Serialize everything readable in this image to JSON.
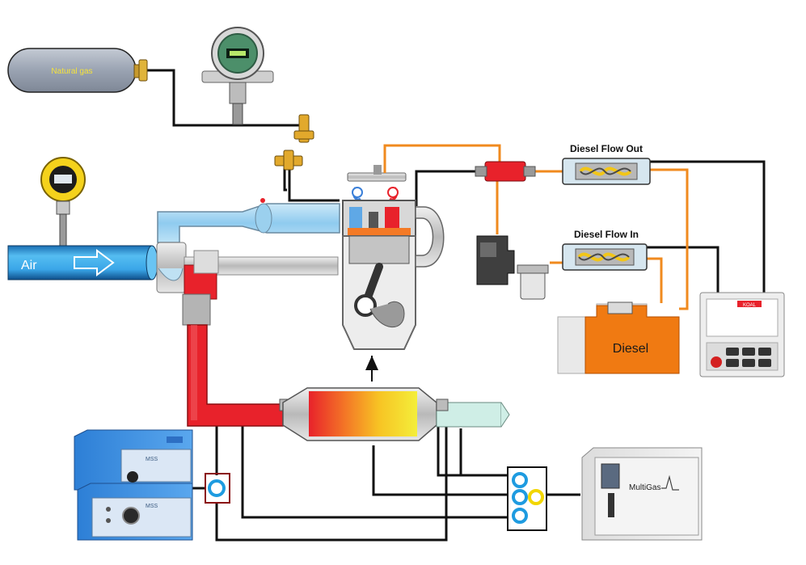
{
  "labels": {
    "natural_gas": "Natural gas",
    "air": "Air",
    "diesel_flow_out": "Diesel Flow Out",
    "diesel_flow_in": "Diesel Flow In",
    "diesel": "Diesel",
    "multigas": "MultiGas",
    "controller_brand": "KOAL",
    "analyzer_brand": "MSS"
  },
  "colors": {
    "gas_tank": "#9aa3b2",
    "air_pipe": "#3aa6e8",
    "intake_blue": "#9fd3ef",
    "exhaust_red": "#e8222b",
    "diesel_line": "#f08a1e",
    "signal_line": "#111111",
    "sampling_ring": "#1e9be0",
    "sampling_ring_alt": "#f2d600",
    "diesel_tank": "#f07a12"
  }
}
